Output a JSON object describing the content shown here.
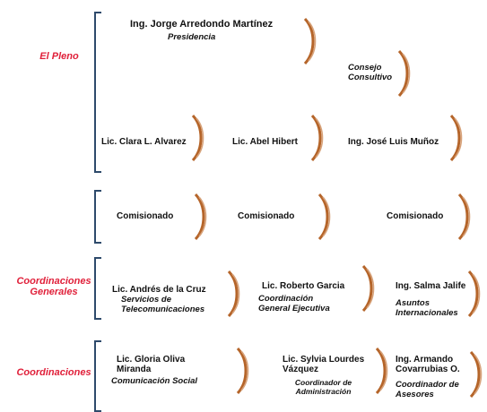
{
  "sections": {
    "pleno": "El Pleno",
    "coordinaciones_generales": "Coordinaciones Generales",
    "coordinaciones": "Coordinaciones"
  },
  "pleno": {
    "presidente": {
      "name": "Ing. Jorge Arredondo Martínez",
      "role": "Presidencia"
    },
    "consejo": {
      "role": "Consejo Consultivo"
    },
    "members": [
      {
        "name": "Lic. Clara L. Alvarez"
      },
      {
        "name": "Lic. Abel Hibert"
      },
      {
        "name": "Ing. José Luis Muñoz"
      }
    ]
  },
  "comisionados": [
    "Comisionado",
    "Comisionado",
    "Comisionado"
  ],
  "coordinaciones_generales": [
    {
      "name": "Lic. Andrés de la Cruz",
      "role": "Servicios de Telecomunicaciones"
    },
    {
      "name": "Lic. Roberto Garcia",
      "role": "Coordinación General Ejecutiva"
    },
    {
      "name": "Ing. Salma Jalife",
      "role": "Asuntos Internacionales"
    }
  ],
  "coordinaciones": [
    {
      "name": "Lic. Gloria Oliva Miranda",
      "role": "Comunicación Social"
    },
    {
      "name": "Lic. Sylvia Lourdes Vázquez",
      "role": "Coordinador de Administración"
    },
    {
      "name": "Ing. Armando Covarrubias O.",
      "role": "Coordinador de Asesores"
    }
  ],
  "colors": {
    "section_label": "#e0203a",
    "bracket": "#2e4a6b",
    "swoosh": "#b5652a"
  }
}
